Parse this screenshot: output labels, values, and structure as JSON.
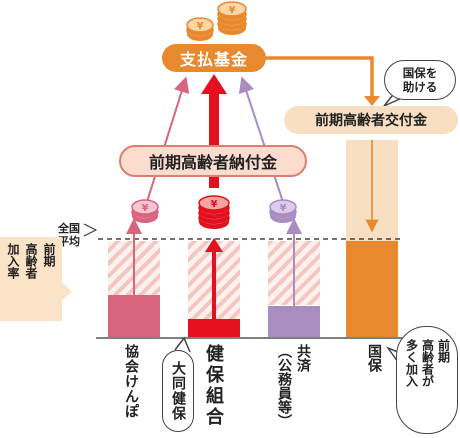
{
  "central_fund": "支払基金",
  "koufukin": "前期高齢者交付金",
  "noufukin": "前期高齢者納付金",
  "national_average": "全国\n平均",
  "join_rate_label": [
    "前期",
    "高齢者",
    "加入率"
  ],
  "kokuho_help": [
    "国保を",
    "助ける"
  ],
  "kokuho_note": [
    "前期",
    "高齢者が",
    "多く加入"
  ],
  "insurers": {
    "kyokai": "協会けんぽ",
    "kenpo": "健保組合",
    "kenpo_note": "大同健保",
    "kyosai_lines": [
      "共済",
      "（公務員等）"
    ],
    "kokuho": "国保"
  },
  "coin_symbol": "¥",
  "colors": {
    "orange": "#e8892e",
    "red": "#e4101e",
    "pink": "#d9647e",
    "purple": "#a98cc0",
    "hatch": "#f4c6c0"
  }
}
